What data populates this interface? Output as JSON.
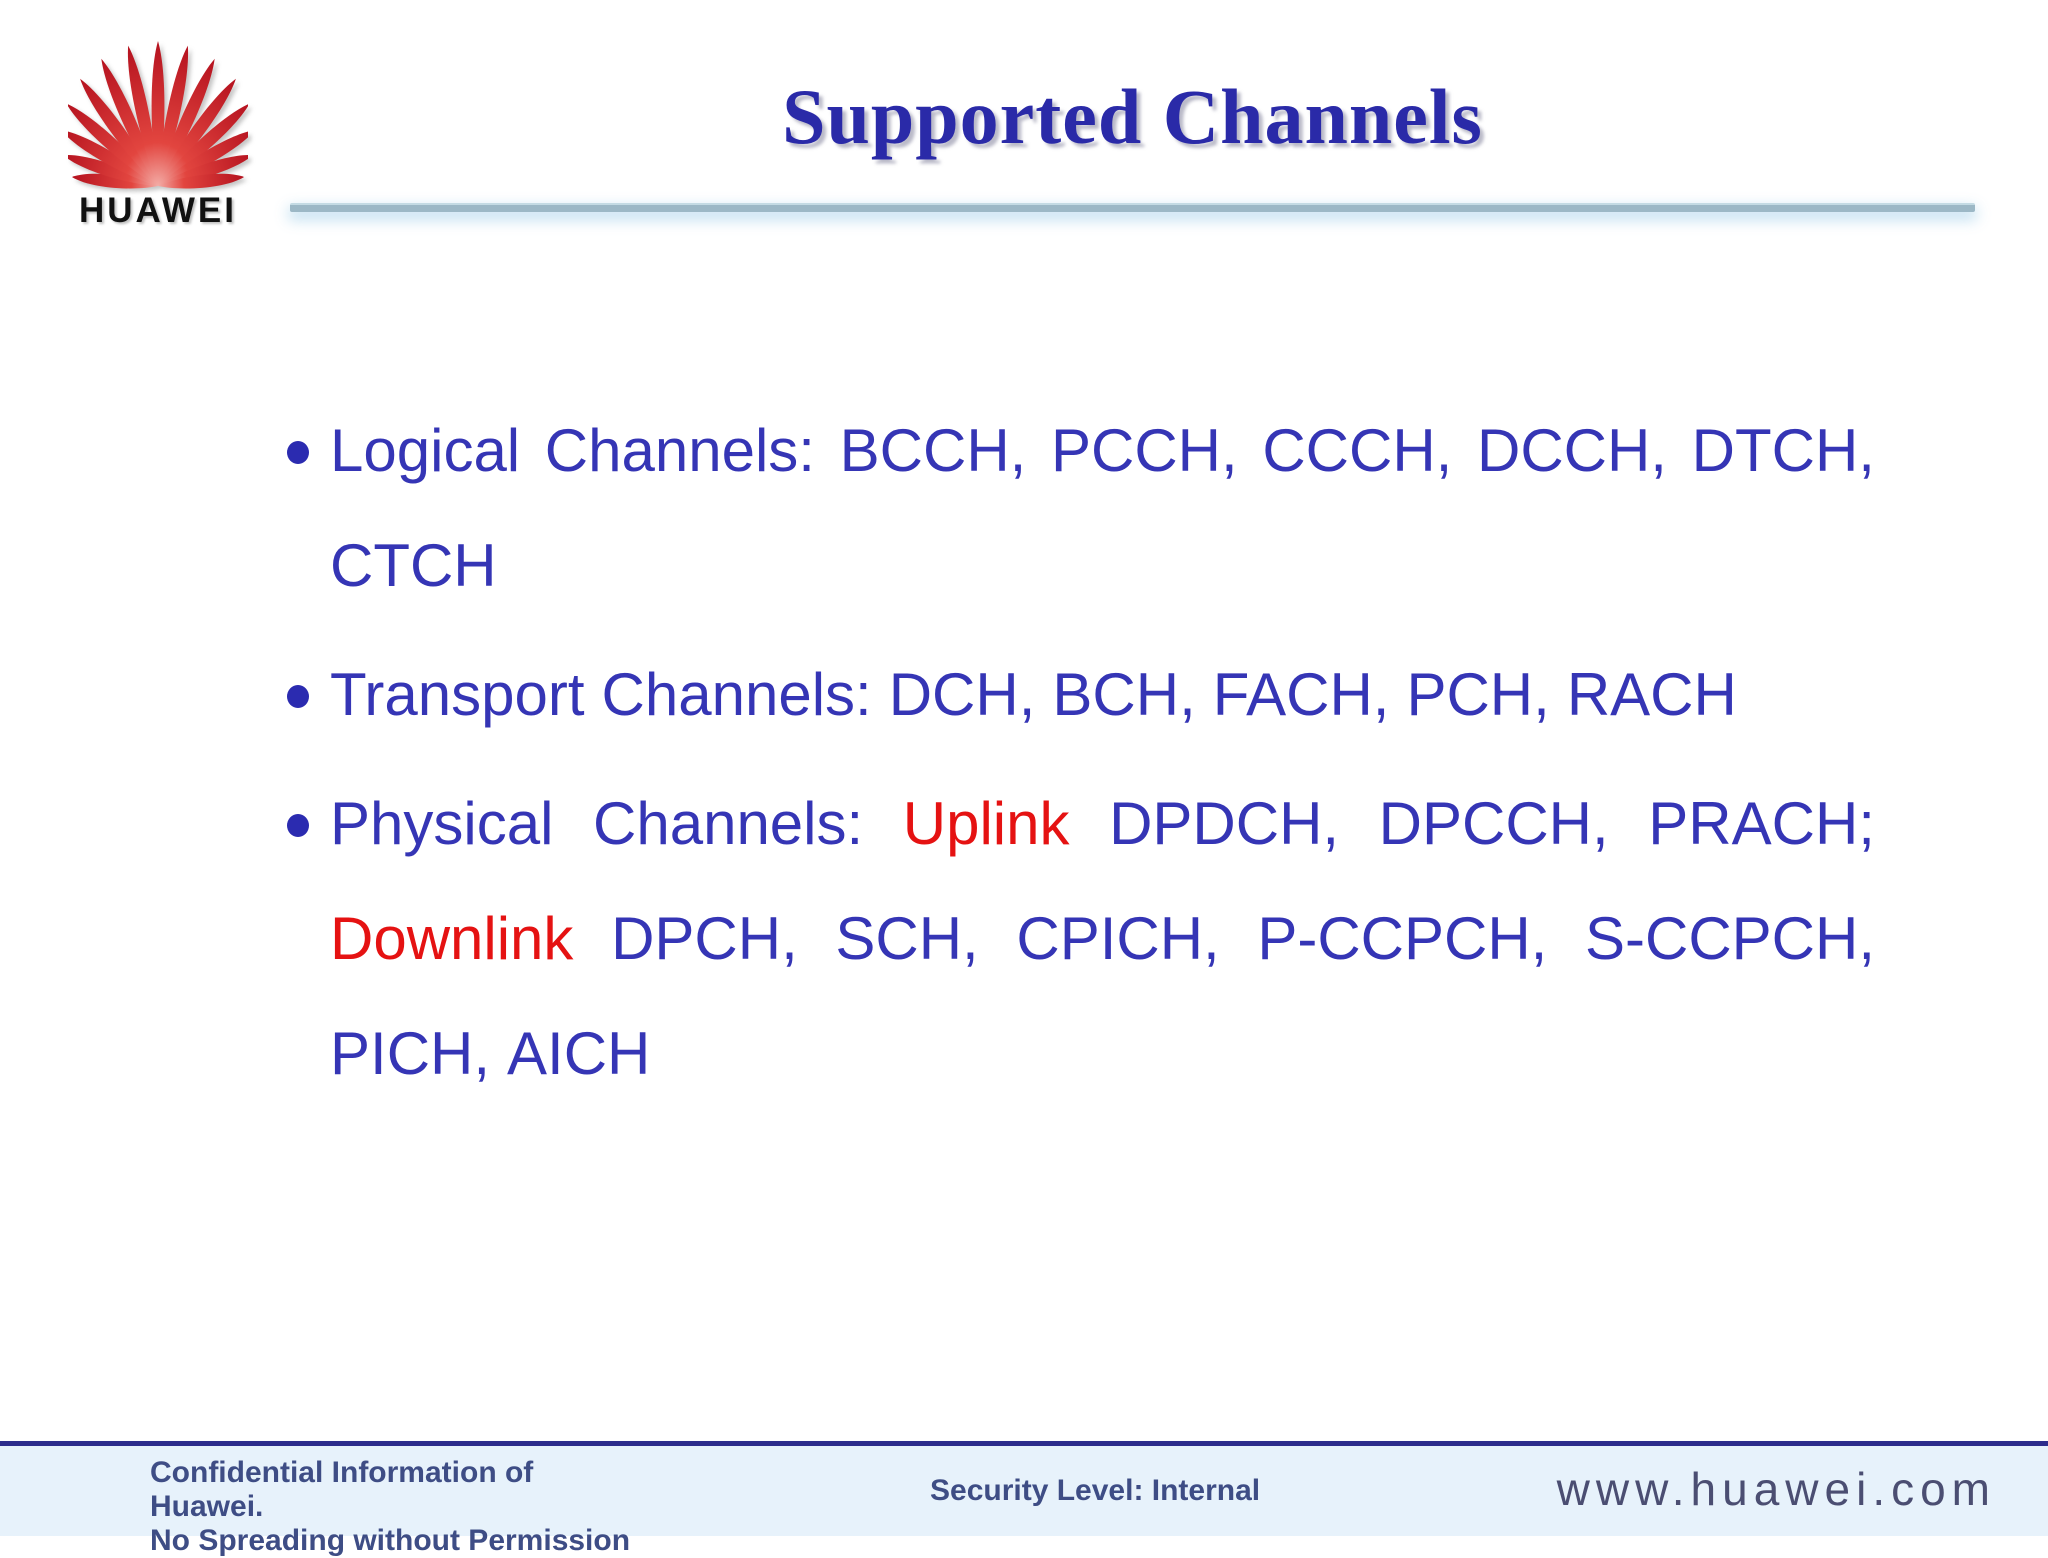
{
  "logo": {
    "brand": "HUAWEI"
  },
  "title": "Supported Channels",
  "bullets": [
    {
      "lines": [
        {
          "justify": true,
          "words": [
            {
              "t": "Logical",
              "c": "b"
            },
            {
              "t": "Channels:",
              "c": "b"
            },
            {
              "t": "BCCH,",
              "c": "b"
            },
            {
              "t": "PCCH,",
              "c": "b"
            },
            {
              "t": "CCCH,",
              "c": "b"
            },
            {
              "t": "DCCH,",
              "c": "b"
            },
            {
              "t": "DTCH,",
              "c": "b"
            }
          ]
        },
        {
          "justify": false,
          "words": [
            {
              "t": "CTCH",
              "c": "b"
            }
          ]
        }
      ]
    },
    {
      "lines": [
        {
          "justify": false,
          "words": [
            {
              "t": "Transport",
              "c": "b"
            },
            {
              "t": "Channels:",
              "c": "b"
            },
            {
              "t": "DCH,",
              "c": "b"
            },
            {
              "t": "BCH,",
              "c": "b"
            },
            {
              "t": "FACH,",
              "c": "b"
            },
            {
              "t": "PCH,",
              "c": "b"
            },
            {
              "t": "RACH",
              "c": "b"
            }
          ]
        }
      ]
    },
    {
      "lines": [
        {
          "justify": true,
          "words": [
            {
              "t": "Physical",
              "c": "b"
            },
            {
              "t": "Channels:",
              "c": "b"
            },
            {
              "t": "Uplink",
              "c": "r"
            },
            {
              "t": "DPDCH,",
              "c": "b"
            },
            {
              "t": "DPCCH,",
              "c": "b"
            },
            {
              "t": "PRACH;",
              "c": "b"
            }
          ]
        },
        {
          "justify": true,
          "words": [
            {
              "t": "Downlink",
              "c": "r"
            },
            {
              "t": "DPCH,",
              "c": "b"
            },
            {
              "t": "SCH,",
              "c": "b"
            },
            {
              "t": "CPICH,",
              "c": "b"
            },
            {
              "t": "P-CCPCH,",
              "c": "b"
            },
            {
              "t": "S-CCPCH,",
              "c": "b"
            }
          ]
        },
        {
          "justify": false,
          "words": [
            {
              "t": "PICH,",
              "c": "b"
            },
            {
              "t": "AICH",
              "c": "b"
            }
          ]
        }
      ]
    }
  ],
  "footer": {
    "left_line1": "Confidential Information of",
    "left_line2": "Huawei.",
    "left_line3": "No Spreading without Permission",
    "security": "Security Level: Internal",
    "website": "www.huawei.com"
  },
  "colors": {
    "body-blue": "#3535b5",
    "accent-red": "#e51212",
    "title-blue": "#2a2aa8",
    "footer-text": "#3e4d85",
    "footer-bg": "#e7f2fb",
    "footer-divider": "#2d2d8c",
    "header-line": "#9cb8c6",
    "logo-red": "#d6232b"
  }
}
